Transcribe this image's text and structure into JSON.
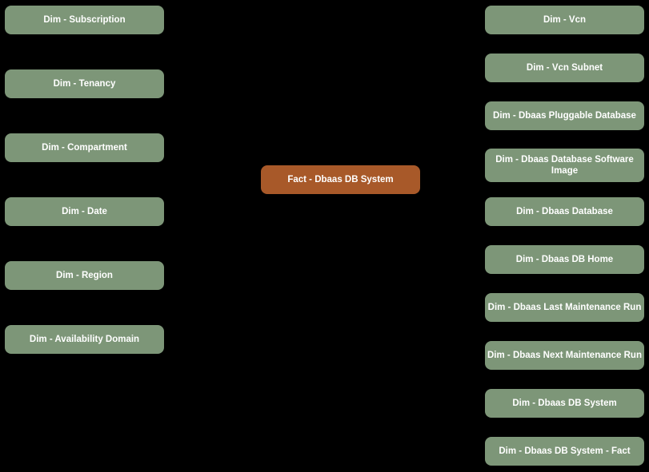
{
  "diagram": {
    "colors": {
      "background": "#000000",
      "dimension_node": "#7d9678",
      "fact_node": "#a85929",
      "node_text": "#ffffff"
    },
    "fact_label": "Fact - Dbaas DB System",
    "left_dimensions": [
      "Dim - Subscription",
      "Dim - Tenancy",
      "Dim - Compartment",
      "Dim - Date",
      "Dim - Region",
      "Dim - Availability Domain"
    ],
    "right_dimensions": [
      "Dim - Vcn",
      "Dim - Vcn Subnet",
      "Dim - Dbaas Pluggable Database",
      "Dim - Dbaas Database Software Image",
      "Dim - Dbaas Database",
      "Dim - Dbaas DB Home",
      "Dim - Dbaas Last Maintenance Run",
      "Dim - Dbaas Next Maintenance Run",
      "Dim - Dbaas DB System",
      "Dim - Dbaas DB System - Fact"
    ]
  }
}
